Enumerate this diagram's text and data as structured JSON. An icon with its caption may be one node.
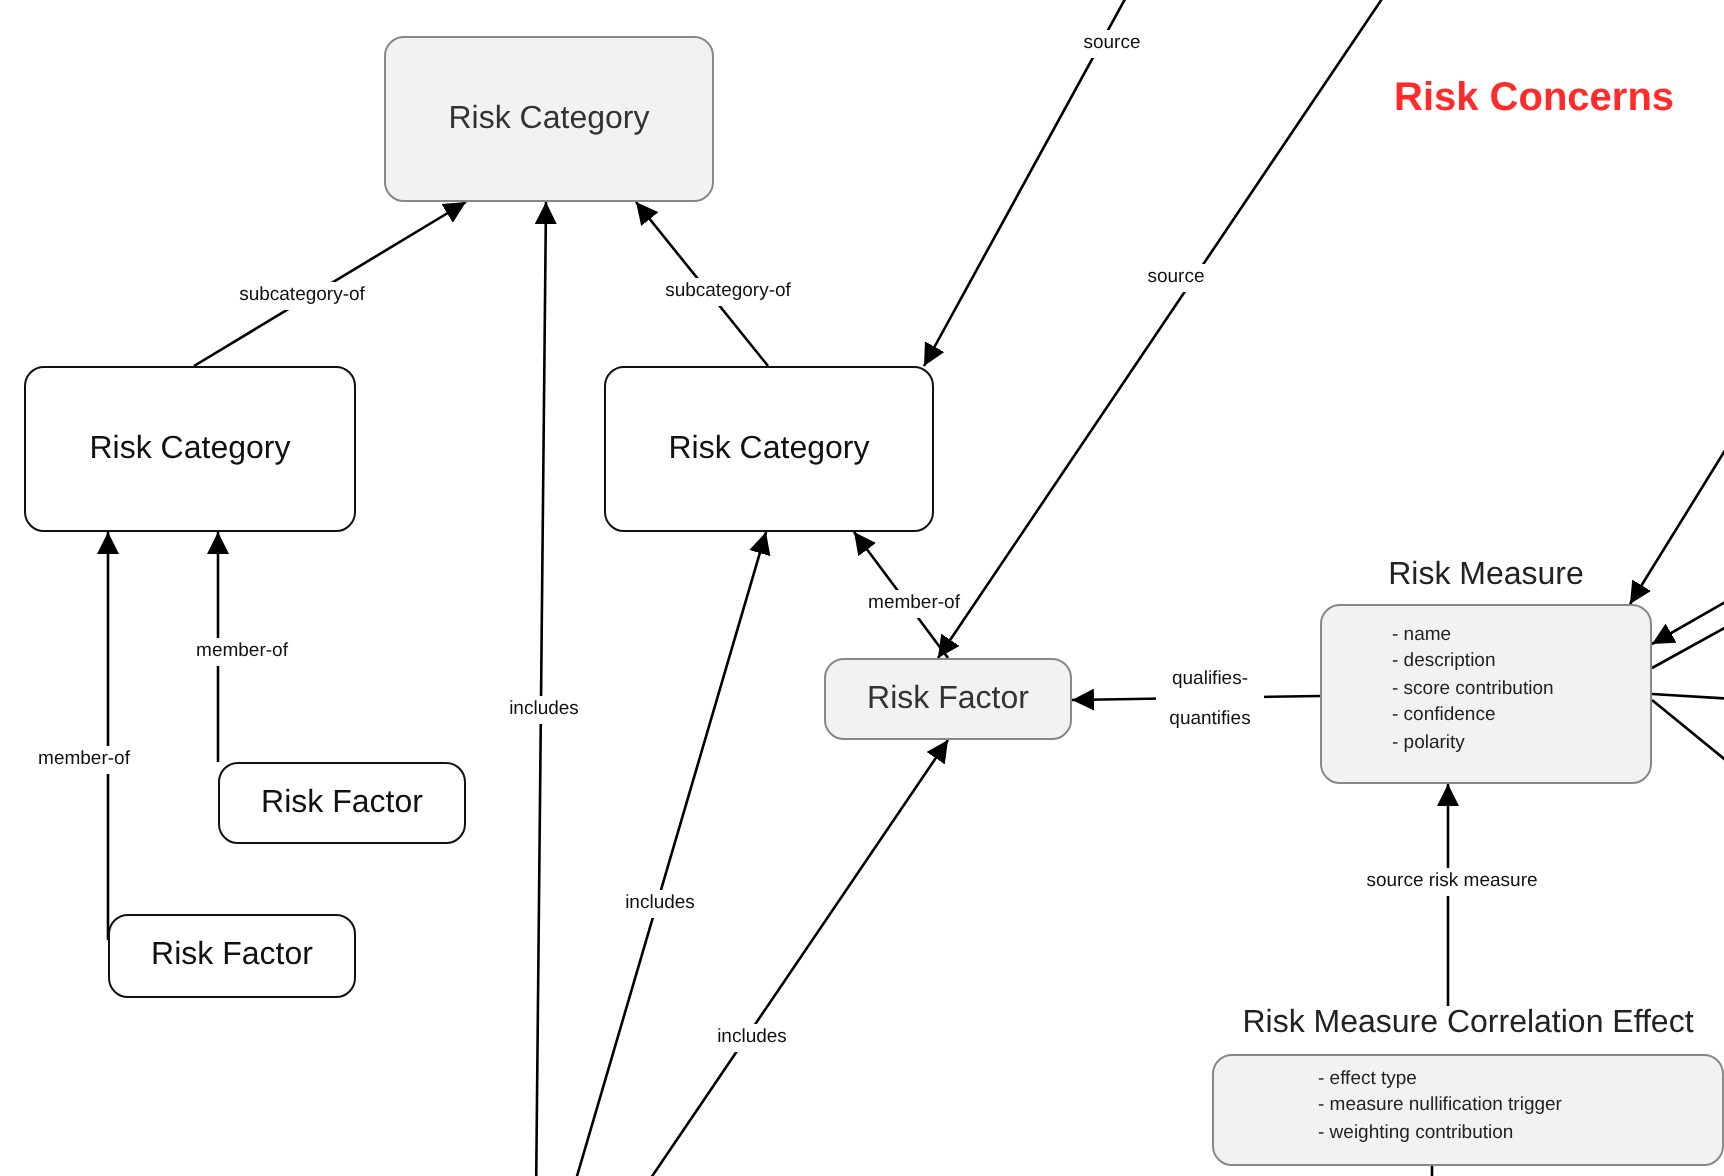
{
  "diagram": {
    "title": "Risk Concerns",
    "nodes": [
      {
        "text": [
          "Risk Category"
        ]
      },
      {
        "text": [
          "Risk Category"
        ]
      },
      {
        "text": [
          "Risk Category"
        ]
      },
      {
        "text": [
          "Risk Factor"
        ]
      },
      {
        "text": [
          "Risk Factor"
        ]
      },
      {
        "text": [
          "Risk Factor"
        ]
      },
      {
        "text": [
          "Risk Measure",
          "- name",
          "- description",
          "- score contribution",
          "- confidence",
          "- polarity"
        ]
      },
      {
        "text": [
          "Risk Measure Correlation Effect",
          "- effect type",
          "- measure nullification trigger",
          "- weighting contribution"
        ]
      }
    ],
    "edges": [
      {
        "from": 1,
        "to": 0,
        "arrow": "to",
        "label": "subcategory-of"
      },
      {
        "from": 2,
        "to": 0,
        "arrow": "to",
        "label": "subcategory-of"
      },
      {
        "from": null,
        "to": 0,
        "arrow": "to",
        "label": "includes"
      },
      {
        "from": null,
        "to": 2,
        "arrow": "to",
        "label": "includes"
      },
      {
        "from": null,
        "to": 3,
        "arrow": "to",
        "label": "includes"
      },
      {
        "from": 4,
        "to": 1,
        "arrow": "to",
        "label": "member-of"
      },
      {
        "from": 5,
        "to": 1,
        "arrow": "to",
        "label": "member-of"
      },
      {
        "from": 3,
        "to": 2,
        "arrow": "to",
        "label": "member-of"
      },
      {
        "from": null,
        "to": 2,
        "arrow": "to",
        "label": "source"
      },
      {
        "from": null,
        "to": 3,
        "arrow": "to",
        "label": "source"
      },
      {
        "from": 6,
        "to": 3,
        "arrow": "to",
        "label": "qualifies- quantifies"
      },
      {
        "from": null,
        "to": 6,
        "arrow": "to"
      },
      {
        "from": null,
        "to": 6,
        "arrow": "to"
      },
      {
        "from": 6,
        "to": null,
        "arrow": "none"
      },
      {
        "from": 6,
        "to": null,
        "arrow": "none"
      },
      {
        "from": 6,
        "to": null,
        "arrow": "none"
      },
      {
        "from": 7,
        "to": 6,
        "arrow": "to",
        "label": "source risk measure"
      },
      {
        "from": 7,
        "to": null,
        "arrow": "none"
      }
    ]
  }
}
